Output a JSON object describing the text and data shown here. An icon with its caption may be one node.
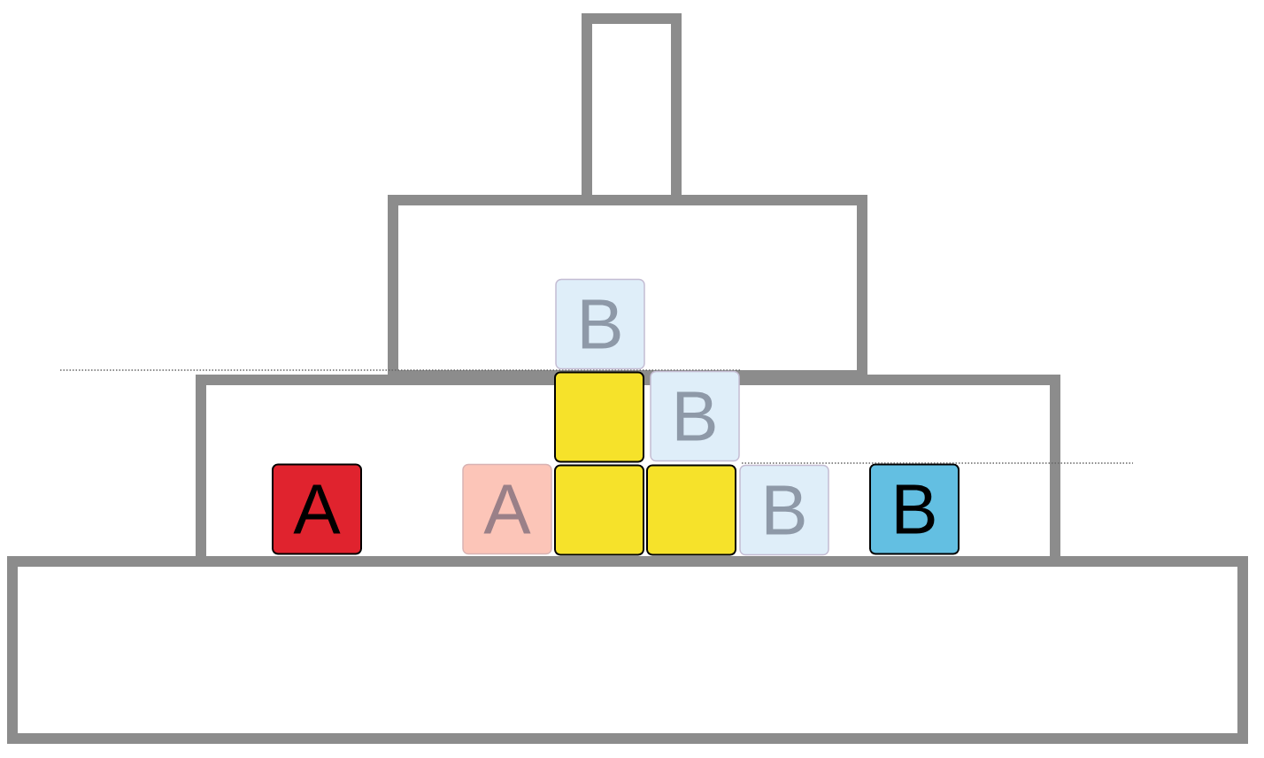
{
  "diagram": {
    "nodes": [
      {
        "text": [
          "B"
        ]
      },
      {
        "text": [],
        "shape": "box"
      },
      {
        "text": [
          "B"
        ]
      },
      {
        "text": [
          "A"
        ]
      },
      {
        "text": [
          "A"
        ]
      },
      {
        "text": [],
        "shape": "box"
      },
      {
        "text": [],
        "shape": "box"
      },
      {
        "text": [
          "B"
        ]
      },
      {
        "text": [
          "B"
        ]
      }
    ]
  }
}
